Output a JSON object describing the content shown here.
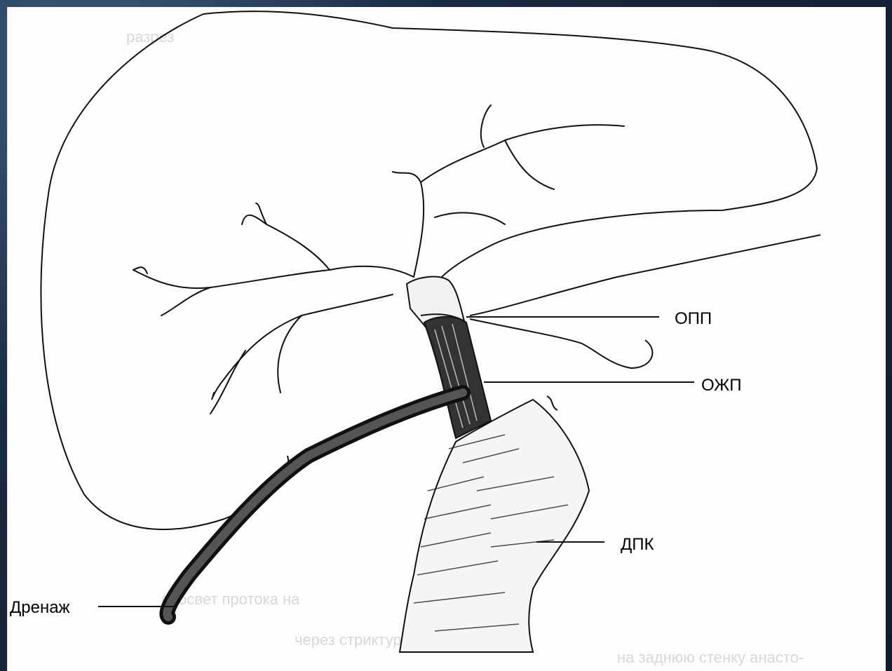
{
  "labels": {
    "opp": "ОПП",
    "ozhp": "ОЖП",
    "dpk": "ДПК",
    "drain": "Дренаж"
  },
  "background_text": {
    "line1": "разрез",
    "line2": "просвет протока на",
    "line3": "через стриктуру",
    "line4": "на заднюю стенку анасто-"
  },
  "colors": {
    "frame": "#1b2b42",
    "paper": "#fdfdfd",
    "ink": "#000000"
  }
}
